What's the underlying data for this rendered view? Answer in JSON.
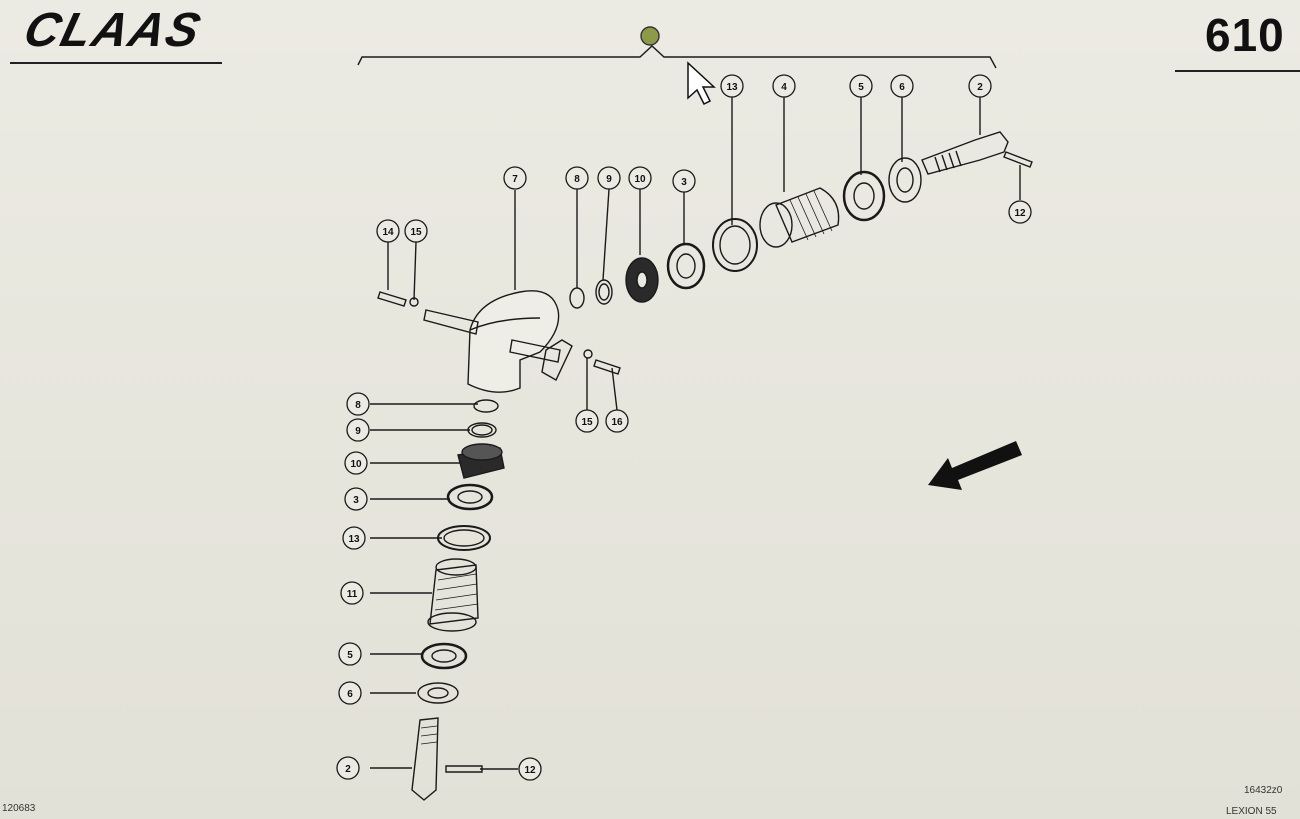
{
  "brand": {
    "logo_text": "CLAAS"
  },
  "page_number": "610",
  "footer": {
    "doc_code": "120683",
    "ref_code": "16432z0",
    "model_text": "LEXION 55"
  },
  "callouts": {
    "top_row": [
      "13",
      "4",
      "5",
      "6",
      "2"
    ],
    "shaft_right": "12",
    "mid_row": [
      "7",
      "8",
      "9",
      "10",
      "3"
    ],
    "bolts_left": [
      "14",
      "15"
    ],
    "bolts_right": [
      "15",
      "16"
    ],
    "left_column": [
      "8",
      "9",
      "10",
      "3",
      "13",
      "11",
      "5",
      "6",
      "2",
      "12"
    ]
  },
  "colors": {
    "ink": "#1a1a1a",
    "paper": "#e9e8e0",
    "marker": "#8c9a4a"
  },
  "icons": [
    "cursor-arrow-icon",
    "direction-arrow-icon"
  ]
}
